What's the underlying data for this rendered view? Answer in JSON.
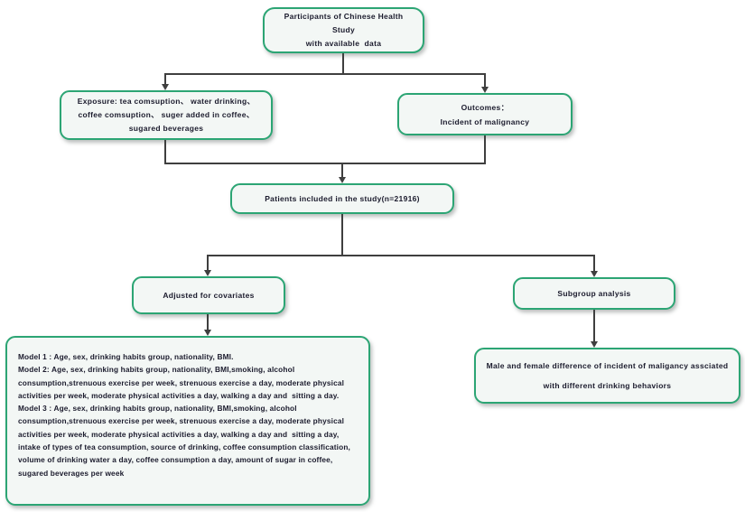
{
  "colors": {
    "box_border": "#2ca574",
    "box_fill": "#f3f7f5",
    "connector": "#3f3f3f",
    "text": "#1b1b2d"
  },
  "nodes": {
    "participants": {
      "lines": [
        "Participants of Chinese Health Study",
        "with available  data"
      ]
    },
    "exposure": {
      "lines": [
        "Exposure: tea comsuption、 water drinking、",
        "coffee comsuption、 suger added in coffee、",
        "sugared beverages"
      ]
    },
    "outcomes": {
      "lines": [
        "Outcomes：",
        "Incident of malignancy"
      ]
    },
    "patients": {
      "lines": [
        "Patients included in the study(n=21916)"
      ]
    },
    "adjusted": {
      "lines": [
        "Adjusted for covariates"
      ]
    },
    "subgroup": {
      "lines": [
        "Subgroup analysis"
      ]
    },
    "models": {
      "model1": "Model 1 : Age, sex, drinking habits group, nationality, BMI.",
      "model2": "Model 2: Age, sex, drinking habits group, nationality, BMI,smoking, alcohol consumption,strenuous exercise per week, strenuous exercise a day, moderate physical activities per week, moderate physical activities a day, walking a day and  sitting a day.",
      "model3": "Model 3 : Age, sex, drinking habits group, nationality, BMI,smoking, alcohol consumption,strenuous exercise per week, strenuous exercise a day, moderate physical activities per week, moderate physical activities a day, walking a day and  sitting a day, intake of types of tea consumption, source of drinking, coffee consumption classification, volume of drinking water a day, coffee consumption a day, amount of sugar in coffee, sugared beverages per week"
    },
    "malefemale": {
      "lines": [
        "Male and female difference of incident of maligancy assciated",
        "with different drinking behaviors"
      ]
    }
  }
}
